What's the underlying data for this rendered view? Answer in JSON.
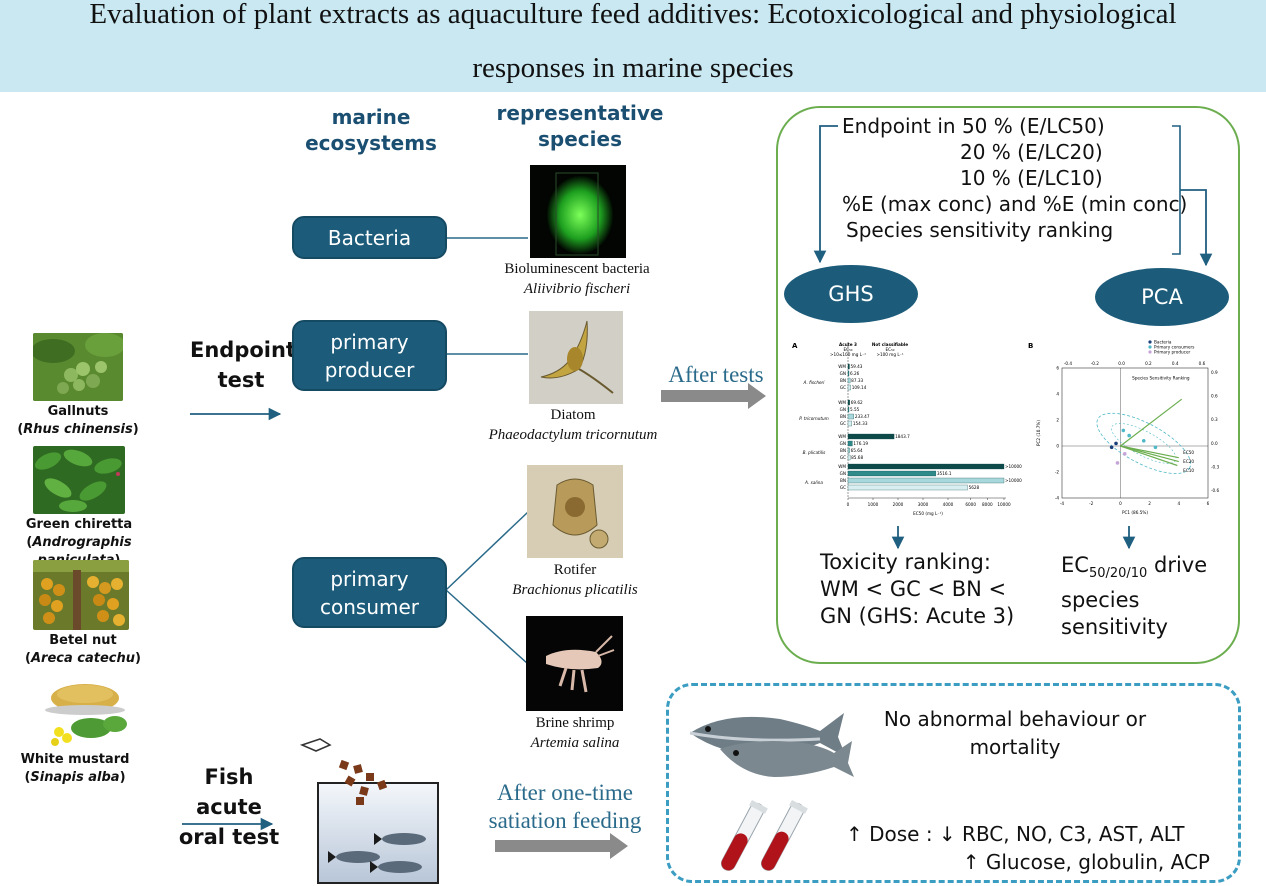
{
  "title": {
    "line1": "Evaluation of plant extracts as aquaculture feed additives: Ecotoxicological and physiological",
    "line2": "responses in marine species"
  },
  "headers": {
    "ecosystems": "marine ecosystems",
    "species": "representative species"
  },
  "plants": [
    {
      "name": "Gallnuts",
      "scientific": "Rhus chinensis"
    },
    {
      "name": "Green chiretta",
      "scientific": "Andrographis paniculata"
    },
    {
      "name": "Betel nut",
      "scientific": "Areca catechu"
    },
    {
      "name": "White mustard",
      "scientific": "Sinapis alba"
    }
  ],
  "tests": {
    "endpoint_line1": "Endpoint",
    "endpoint_line2": "test",
    "fish_line1": "Fish acute",
    "fish_line2": "oral test"
  },
  "groups": [
    {
      "label": "Bacteria"
    },
    {
      "label_line1": "primary",
      "label_line2": "producer"
    },
    {
      "label_line1": "primary",
      "label_line2": "consumer"
    }
  ],
  "species": [
    {
      "common": "Bioluminescent bacteria",
      "scientific": "Aliivibrio fischeri"
    },
    {
      "common": "Diatom",
      "scientific": "Phaeodactylum tricornutum"
    },
    {
      "common": "Rotifer",
      "scientific": "Brachionus plicatilis"
    },
    {
      "common": "Brine shrimp",
      "scientific": "Artemia salina"
    }
  ],
  "after_tests": "After tests",
  "after_feeding": {
    "line1": "After one-time",
    "line2": "satiation feeding"
  },
  "endpoints": [
    "Endpoint in 50 % (E/LC50)",
    "20 % (E/LC20)",
    "10 % (E/LC10)",
    "%E (max conc) and %E (min conc)",
    "Species sensitivity ranking"
  ],
  "ovals": {
    "ghs": "GHS",
    "pca": "PCA"
  },
  "conclusions": {
    "toxicity": [
      "Toxicity ranking:",
      "WM < GC < BN <",
      "GN (GHS: Acute 3)"
    ],
    "ec_prefix": "EC",
    "ec_sub": "50/20/10",
    "ec_suffix": " drive",
    "ec_line2": "species",
    "ec_line3": "sensitivity"
  },
  "fish_results": {
    "behaviour_line1": "No abnormal behaviour or",
    "behaviour_line2": "mortality",
    "dose_line1": "↑ Dose : ↓ RBC, NO, C3, AST, ALT",
    "dose_line2": "↑ Glucose, globulin, ACP"
  },
  "chart_data": [
    {
      "type": "bar",
      "panel": "A",
      "legend_left": {
        "title": "Acute 3",
        "sub1": "EC₅₀",
        "sub2": ">10≤100 mg L⁻¹"
      },
      "legend_right": {
        "title": "Not classifiable",
        "sub1": "EC₅₀",
        "sub2": ">100 mg L⁻¹"
      },
      "xlabel": "EC50 (mg L⁻¹)",
      "xticks": [
        "0",
        "1000",
        "2000",
        "3000",
        "4000",
        "6000",
        "8000",
        "10000"
      ],
      "extracts": [
        "WM",
        "GN",
        "BN",
        "GC"
      ],
      "species": [
        "A. fischeri",
        "P. tricornutum",
        "B. plicatilis",
        "A. salina"
      ],
      "labels": [
        [
          "59.43",
          "6.26",
          "87.33",
          "109.14"
        ],
        [
          "69.62",
          "5.55",
          "233.47",
          "154.33"
        ],
        [
          "1843.7",
          "176.19",
          "65.64",
          "85.68"
        ],
        [
          ">10000",
          "3516.1",
          ">10000",
          "5628"
        ]
      ]
    },
    {
      "type": "scatter",
      "panel": "B",
      "xlabel": "PC1 (86.5%)",
      "ylabel": "PC2 (10.7%)",
      "xticks": [
        "-4",
        "-2",
        "0",
        "2",
        "4",
        "6"
      ],
      "yticks": [
        "6",
        "4",
        "2",
        "0",
        "-2",
        "-4"
      ],
      "top_ticks": [
        "-0.4",
        "-0.2",
        "0.0",
        "0.2",
        "0.4",
        "0.6"
      ],
      "right_ticks": [
        "0.9",
        "0.6",
        "0.3",
        "0.0",
        "-0.3",
        "-0.6"
      ],
      "legend": [
        "Bacteria",
        "Primary consumers",
        "Primary producer"
      ],
      "legend_colors": [
        "#1b3f7a",
        "#4fb8c8",
        "#c7a4d8"
      ],
      "vector_labels": [
        "Species Sensitivity Ranking",
        "EC50",
        "EC20",
        "EC10"
      ]
    }
  ]
}
